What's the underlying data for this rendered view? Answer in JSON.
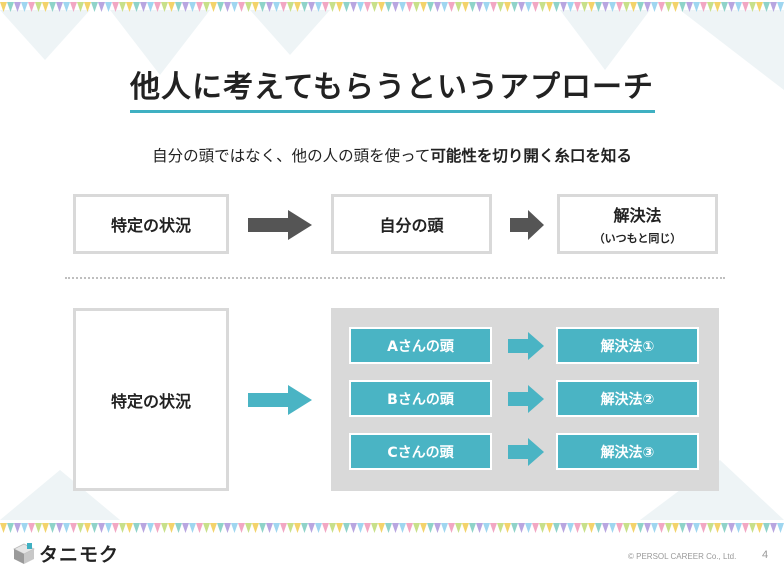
{
  "slide": {
    "title": "他人に考えてもらうというアプローチ",
    "subtitle_normal": "自分の頭ではなく、他の人の頭を使って",
    "subtitle_bold": "可能性を切り開く糸口を知る"
  },
  "top_flow": {
    "situation": "特定の状況",
    "own_head": "自分の頭",
    "solution": "解決法",
    "solution_note": "（いつもと同じ）"
  },
  "bottom_flow": {
    "situation": "特定の状況",
    "rows": [
      {
        "head": "Aさんの頭",
        "solution": "解決法①"
      },
      {
        "head": "Bさんの頭",
        "solution": "解決法②"
      },
      {
        "head": "Cさんの頭",
        "solution": "解決法③"
      }
    ]
  },
  "footer": {
    "logo_text": "タニモク",
    "copyright": "© PERSOL CAREER Co., Ltd.",
    "page_number": "4"
  },
  "colors": {
    "accent": "#3fb0c2",
    "teal_box": "#4ab4c4",
    "dark_arrow": "#555555",
    "panel_gray": "#d9d9d9"
  }
}
